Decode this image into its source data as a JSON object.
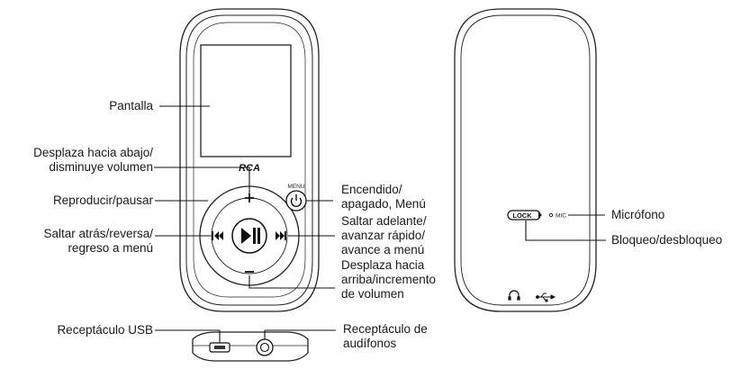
{
  "device_front": {
    "brand_logo": "RCA",
    "menu_label": "MENU",
    "icons": [
      "plus-icon",
      "minus-icon",
      "play-pause-icon",
      "previous-icon",
      "next-icon",
      "power-icon"
    ]
  },
  "device_back": {
    "lock_label": "LOCK",
    "mic_label": "MIC",
    "icons": [
      "headphone-icon",
      "usb-icon"
    ]
  },
  "callouts": {
    "pantalla": "Pantalla",
    "desplaza_abajo_1": "Desplaza hacia abajo/",
    "desplaza_abajo_2": "disminuye volumen",
    "reproducir": "Reproducir/pausar",
    "saltar_atras_1": "Saltar atrás/reversa/",
    "saltar_atras_2": "regreso a menú",
    "receptaculo_usb": "Receptáculo USB",
    "encendido_1": "Encendido/",
    "encendido_2": "apagado, Menú",
    "saltar_adelante_1": "Saltar adelante/",
    "saltar_adelante_2": "avanzar rápido/",
    "saltar_adelante_3": "avance a menú",
    "desplaza_arriba_1": "Desplaza hacia",
    "desplaza_arriba_2": "arriba/incremento",
    "desplaza_arriba_3": "de volumen",
    "receptaculo_audifonos_1": "Receptáculo de",
    "receptaculo_audifonos_2": "audífonos",
    "microfono": "Micrófono",
    "bloqueo": "Bloqueo/desbloqueo"
  }
}
